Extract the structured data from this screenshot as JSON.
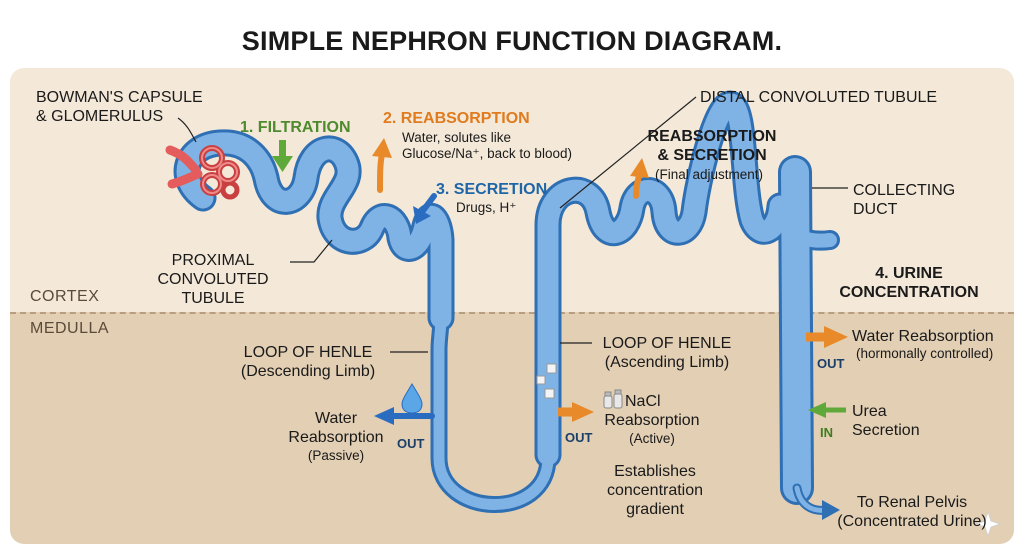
{
  "title": "SIMPLE NEPHRON FUNCTION DIAGRAM.",
  "zones": {
    "cortex": "CORTEX",
    "medulla": "MEDULLA"
  },
  "structures": {
    "bowmans": [
      "BOWMAN'S CAPSULE",
      "& GLOMERULUS"
    ],
    "proximal": [
      "PROXIMAL",
      "CONVOLUTED",
      "TUBULE"
    ],
    "descending": [
      "LOOP OF HENLE",
      "(Descending Limb)"
    ],
    "ascending": [
      "LOOP OF HENLE",
      "(Ascending Limb)"
    ],
    "distal": "DISTAL CONVOLUTED TUBULE",
    "collecting": [
      "COLLECTING",
      "DUCT"
    ]
  },
  "steps": {
    "filtration": "1. FILTRATION",
    "reabsorption": {
      "title": "2. REABSORPTION",
      "desc": [
        "Water, solutes like",
        "Glucose/Na⁺, back to blood)"
      ]
    },
    "secretion": {
      "title": "3. SECRETION",
      "desc": "Drugs, H⁺"
    },
    "distal_step": {
      "title": [
        "REABSORPTION",
        "& SECRETION"
      ],
      "desc": "(Final adjustment)"
    },
    "urine": [
      "4. URINE",
      "CONCENTRATION"
    ]
  },
  "processes": {
    "water_desc": {
      "lines": [
        "Water",
        "Reabsorption"
      ],
      "note": "(Passive)",
      "tag": "OUT"
    },
    "nacl": {
      "lines": [
        "NaCl",
        "Reabsorption"
      ],
      "note": "(Active)",
      "tag": "OUT"
    },
    "gradient": [
      "Establishes",
      "concentration",
      "gradient"
    ],
    "water_cd": {
      "title": "Water Reabsorption",
      "note": "(hormonally controlled)",
      "tag": "OUT"
    },
    "urea": {
      "lines": [
        "Urea",
        "Secretion"
      ],
      "tag": "IN"
    },
    "pelvis": [
      "To Renal Pelvis",
      "(Concentrated Urine)"
    ]
  },
  "colors": {
    "tubule": "#7fb2e5",
    "tubule_edge": "#2f6fb3",
    "glomerulus": "#e45c5c",
    "orange": "#e88a2a",
    "green": "#5fa83a",
    "blue_arrow": "#2a6cc0",
    "cortex": "#f4e8d8",
    "medulla": "#e2cfb4"
  },
  "icons": [
    "water-drop-icon",
    "salt-shaker-icon",
    "solute-cube-icon",
    "sparkle-icon"
  ]
}
